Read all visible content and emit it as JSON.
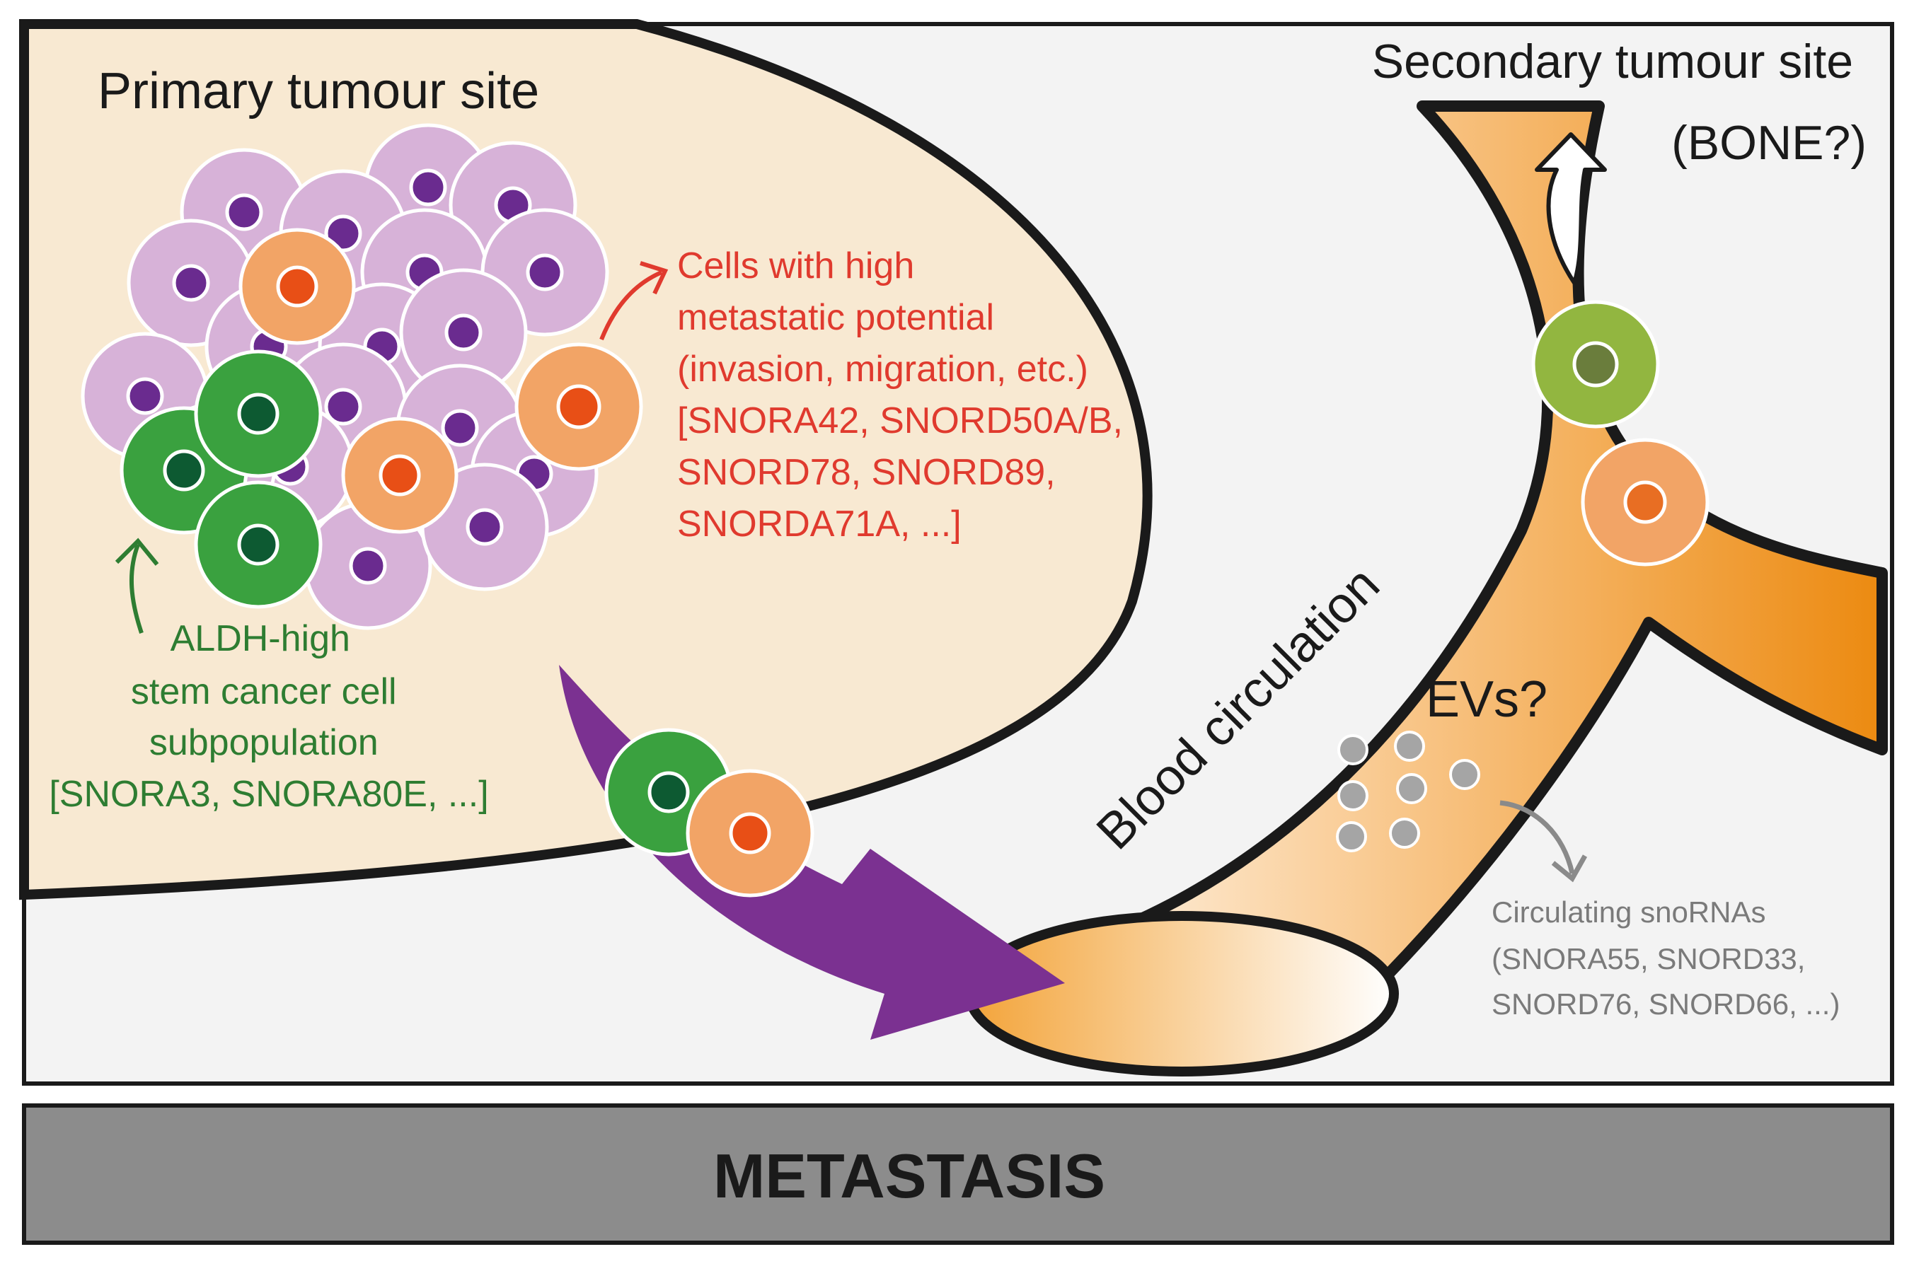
{
  "primary_site": {
    "title": "Primary tumour site"
  },
  "secondary_site": {
    "title_line1": "Secondary tumour site",
    "title_line2": "(BONE?)"
  },
  "metastatic_cells": {
    "lines": [
      "Cells with high",
      "metastatic potential",
      "(invasion, migration, etc.)",
      "[SNORA42,  SNORD50A/B,",
      "SNORD78, SNORD89,",
      "SNORDA71A, ...]"
    ],
    "color": "#e03a2e"
  },
  "stem_cells": {
    "lines": [
      "ALDH-high",
      "stem cancer cell",
      "subpopulation",
      "[SNORA3, SNORA80E, ...]"
    ],
    "color": "#2e7d32"
  },
  "blood": {
    "label": "Blood circulation"
  },
  "evs": {
    "label": "EVs?"
  },
  "circulating": {
    "lines": [
      "Circulating snoRNAs",
      "(SNORA55, SNORD33,",
      "SNORD76, SNORD66, ...)"
    ],
    "color": "#7a7a7a"
  },
  "banner": {
    "label": "METASTASIS"
  },
  "colors": {
    "tumour_fill": "#f8e9d2",
    "panel_fill": "#f3f3f3",
    "pink_cell": "#d7b2d8",
    "pink_nucleus": "#6a2b8f",
    "green_cell": "#3aa13f",
    "green_nucleus": "#0d5a32",
    "orange_cell": "#f2a466",
    "orange_nucleus": "#e84f16",
    "olive_cell": "#92b640",
    "olive_nucleus": "#6a7d3c",
    "vessel_orange": "#f3a43a",
    "purple_arrow": "#7b3191",
    "banner_fill": "#8c8c8c"
  }
}
